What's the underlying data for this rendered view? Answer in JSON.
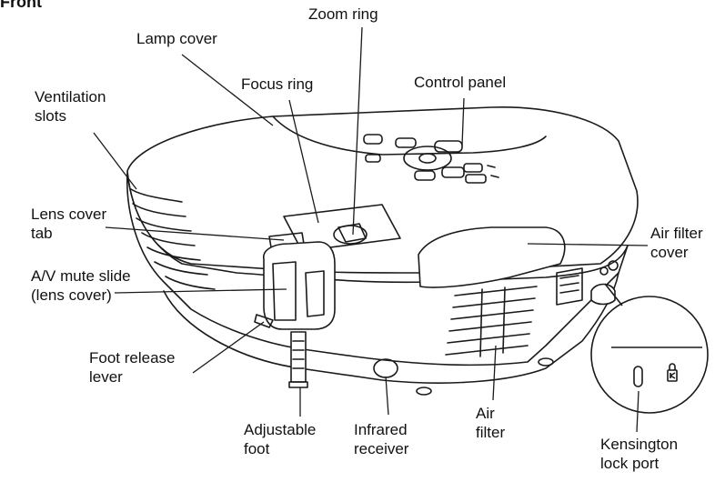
{
  "title": "Front",
  "labels": {
    "zoom_ring": "Zoom ring",
    "lamp_cover": "Lamp cover",
    "focus_ring": "Focus ring",
    "control_panel": "Control panel",
    "ventilation_slots": "Ventilation\nslots",
    "lens_cover_tab": "Lens cover\ntab",
    "air_filter_cover": "Air filter\ncover",
    "av_mute_slide": "A/V mute slide\n(lens cover)",
    "foot_release_lever": "Foot release\nlever",
    "adjustable_foot": "Adjustable\nfoot",
    "infrared_receiver": "Infrared\nreceiver",
    "air_filter": "Air\nfilter",
    "kensington_lock_port": "Kensington\nlock port"
  },
  "icons": [
    "kensington-lock-icon"
  ]
}
